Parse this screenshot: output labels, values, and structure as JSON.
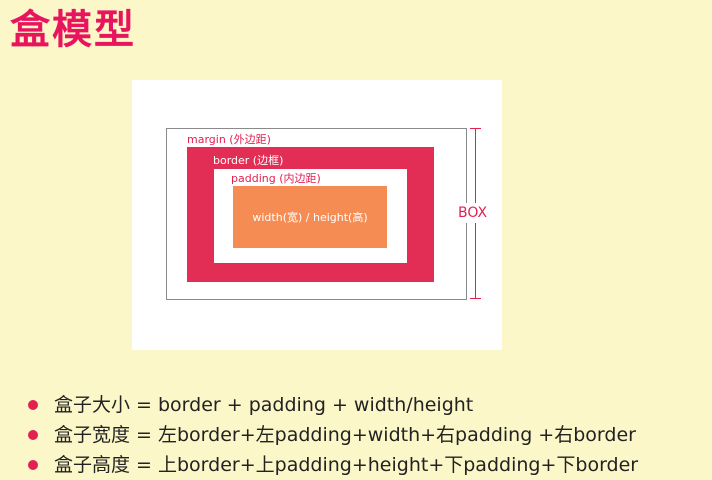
{
  "title": "盒模型",
  "diagram": {
    "margin_label": "margin  (外边距)",
    "border_label": "border  (边框)",
    "padding_label": "padding  (内边距)",
    "content_label": "width(宽)  /  height(高)",
    "box_label": "BOX"
  },
  "bullets": [
    "盒子大小 = border + padding + width/height",
    "盒子宽度 = 左border+左padding+width+右padding +右border",
    "盒子高度 = 上border+上padding+height+下padding+下border"
  ],
  "colors": {
    "accent": "#e22150",
    "border_fill": "#e22d54",
    "content_fill": "#f58c54",
    "background": "#fcf7c8"
  }
}
